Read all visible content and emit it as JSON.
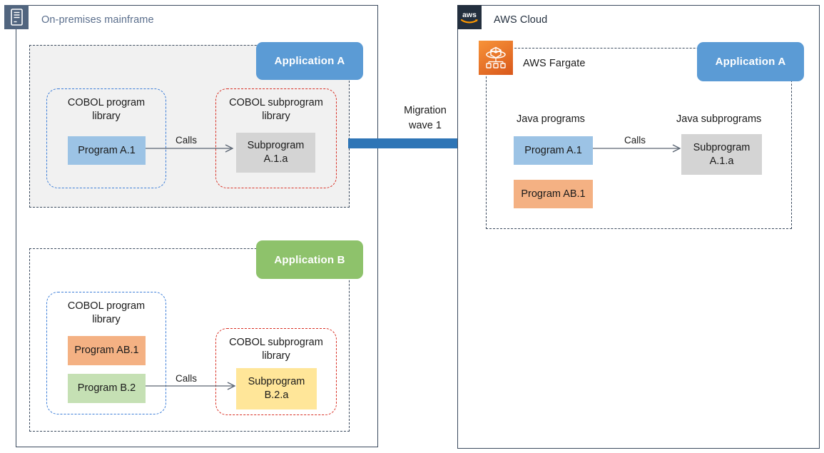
{
  "onprem": {
    "icon": "mainframe-server-icon",
    "title": "On-premises mainframe",
    "applications": [
      {
        "badge": "Application A",
        "badge_color": "#5b9bd5",
        "program_library": {
          "label": "COBOL program\nlibrary",
          "label_line1": "COBOL program",
          "label_line2": "library",
          "border_color": "#3b7dd8",
          "items": [
            {
              "name": "Program A.1",
              "color": "#9cc3e5"
            }
          ]
        },
        "subprogram_library": {
          "label_line1": "COBOL subprogram",
          "label_line2": "library",
          "border_color": "#d93025",
          "items": [
            {
              "name": "Subprogram\nA.1.a",
              "line1": "Subprogram",
              "line2": "A.1.a",
              "color": "#d4d4d4"
            }
          ]
        },
        "call_label": "Calls"
      },
      {
        "badge": "Application B",
        "badge_color": "#8ec26b",
        "program_library": {
          "label_line1": "COBOL program",
          "label_line2": "library",
          "border_color": "#3b7dd8",
          "items": [
            {
              "name": "Program AB.1",
              "color": "#f4b183"
            },
            {
              "name": "Program B.2",
              "color": "#c5e0b4"
            }
          ]
        },
        "subprogram_library": {
          "label_line1": "COBOL subprogram",
          "label_line2": "library",
          "border_color": "#d93025",
          "items": [
            {
              "line1": "Subprogram",
              "line2": "B.2.a",
              "color": "#ffe699"
            }
          ]
        },
        "call_label": "Calls"
      }
    ]
  },
  "migration": {
    "label_line1": "Migration",
    "label_line2": "wave 1",
    "arrow_color": "#2e75b6"
  },
  "aws": {
    "logo": "aws-logo-icon",
    "title": "AWS Cloud",
    "service": {
      "icon": "aws-fargate-icon",
      "title": "AWS Fargate",
      "badge": "Application A",
      "badge_color": "#5b9bd5",
      "columns": [
        {
          "header": "Java programs"
        },
        {
          "header": "Java subprograms"
        }
      ],
      "programs": [
        {
          "name": "Program A.1",
          "color": "#9cc3e5"
        },
        {
          "name": "Program AB.1",
          "color": "#f4b183"
        }
      ],
      "subprograms": [
        {
          "line1": "Subprogram",
          "line2": "A.1.a",
          "color": "#d4d4d4"
        }
      ],
      "call_label": "Calls"
    }
  }
}
